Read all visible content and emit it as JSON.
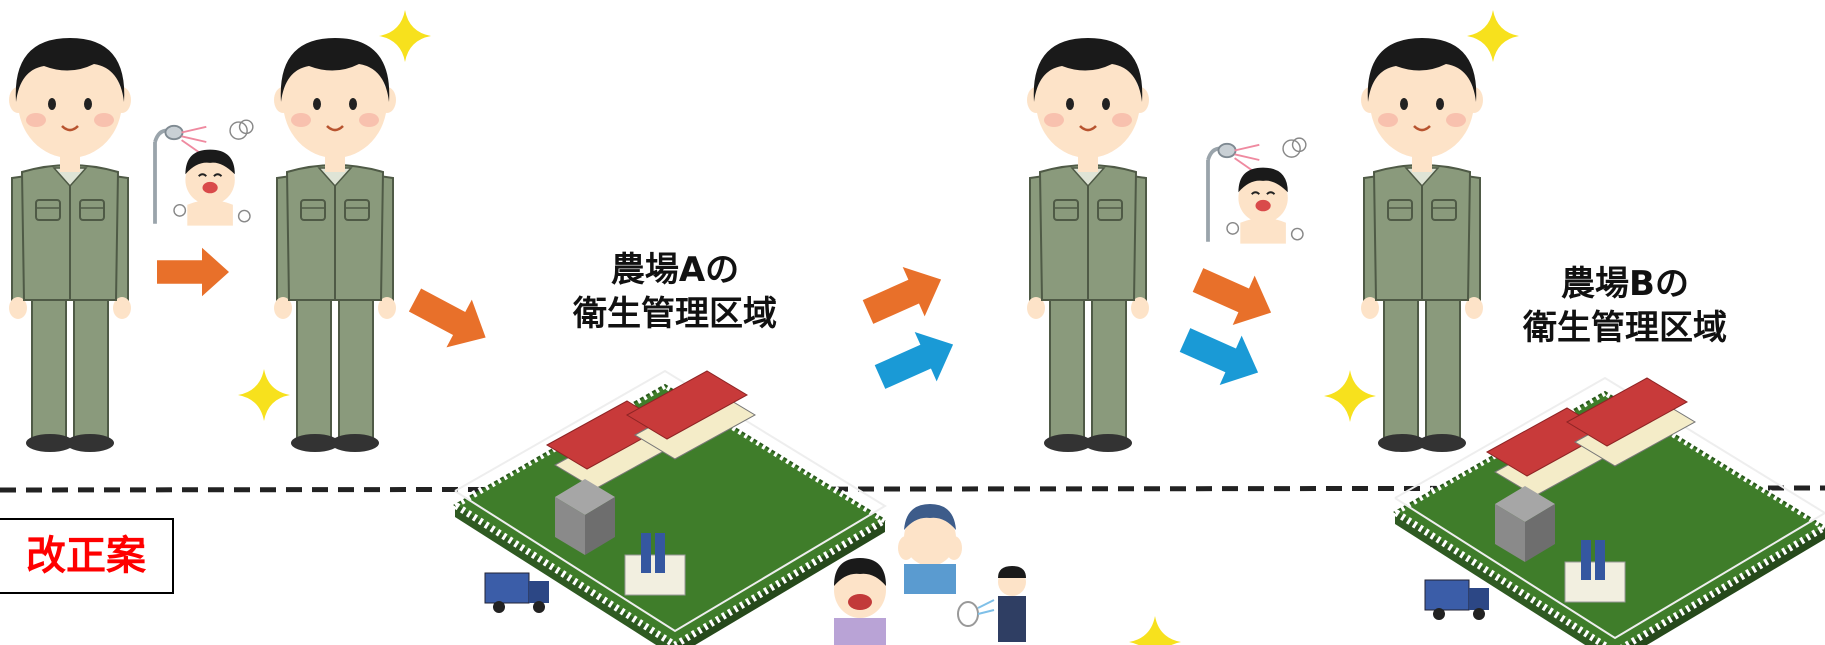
{
  "farm_a": {
    "label_line1": "農場Aの",
    "label_line2": "衛生管理区域"
  },
  "farm_b": {
    "label_line1": "農場Bの",
    "label_line2": "衛生管理区域"
  },
  "revision_badge": "改正案",
  "colors": {
    "arrow_orange": "#e8702a",
    "arrow_blue": "#1a9ad6",
    "sparkle": "#f7e11d",
    "coverall": "#8a9a7c",
    "hair": "#1a1a1a",
    "skin": "#fde3c8",
    "grass": "#3f7d2a",
    "roof": "#c83a3a",
    "badge_text": "#ff0000"
  }
}
